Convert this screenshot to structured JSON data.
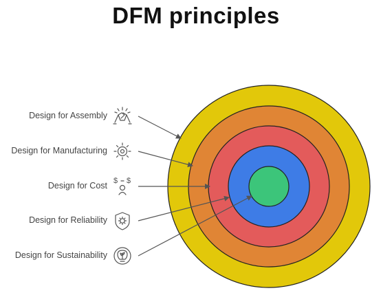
{
  "title": "DFM principles",
  "principles": [
    {
      "label": "Design for Assembly",
      "icon": "handshake-icon",
      "ring_color": "#E2C80A"
    },
    {
      "label": "Design for Manufacturing",
      "icon": "gear-icon",
      "ring_color": "#E08535"
    },
    {
      "label": "Design for Cost",
      "icon": "cost-icon",
      "ring_color": "#E35B5B"
    },
    {
      "label": "Design for Reliability",
      "icon": "shield-gear-icon",
      "ring_color": "#3E7CE6"
    },
    {
      "label": "Design for Sustainability",
      "icon": "lightbulb-leaf-icon",
      "ring_color": "#3CC57A"
    }
  ]
}
